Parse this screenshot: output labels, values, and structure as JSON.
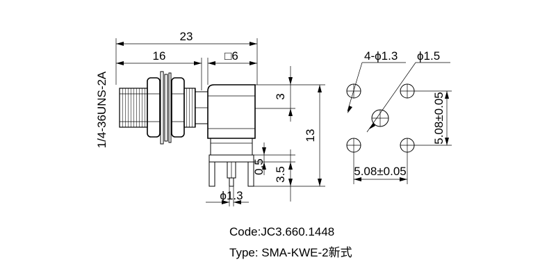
{
  "dimensions": {
    "overall_length": "23",
    "body_length": "16",
    "square_size": "□6",
    "thread_spec": "1/4-36UNS-2A",
    "offset_top": "3",
    "overall_height": "13",
    "pin_offset": "0.5",
    "pin_length": "3.5",
    "pin_diameter": "ϕ1.3",
    "hole_small": "4-ϕ1.3",
    "hole_center": "ϕ1.5",
    "pitch_x": "5.08±0.05",
    "pitch_y": "5.08±0.05"
  },
  "caption": {
    "code": "Code:JC3.660.1448",
    "type": "Type: SMA-KWE-2新式"
  }
}
